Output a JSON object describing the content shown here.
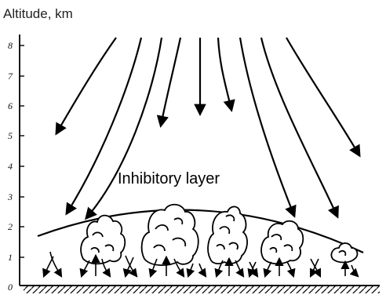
{
  "diagram": {
    "axis_title": "Altitude, km",
    "y_ticks": [
      "8",
      "7",
      "6",
      "5",
      "4",
      "3",
      "2",
      "1",
      "0"
    ],
    "layer_label": "Inhibitory layer",
    "colors": {
      "ink": "#000000",
      "background": "#ffffff"
    }
  }
}
